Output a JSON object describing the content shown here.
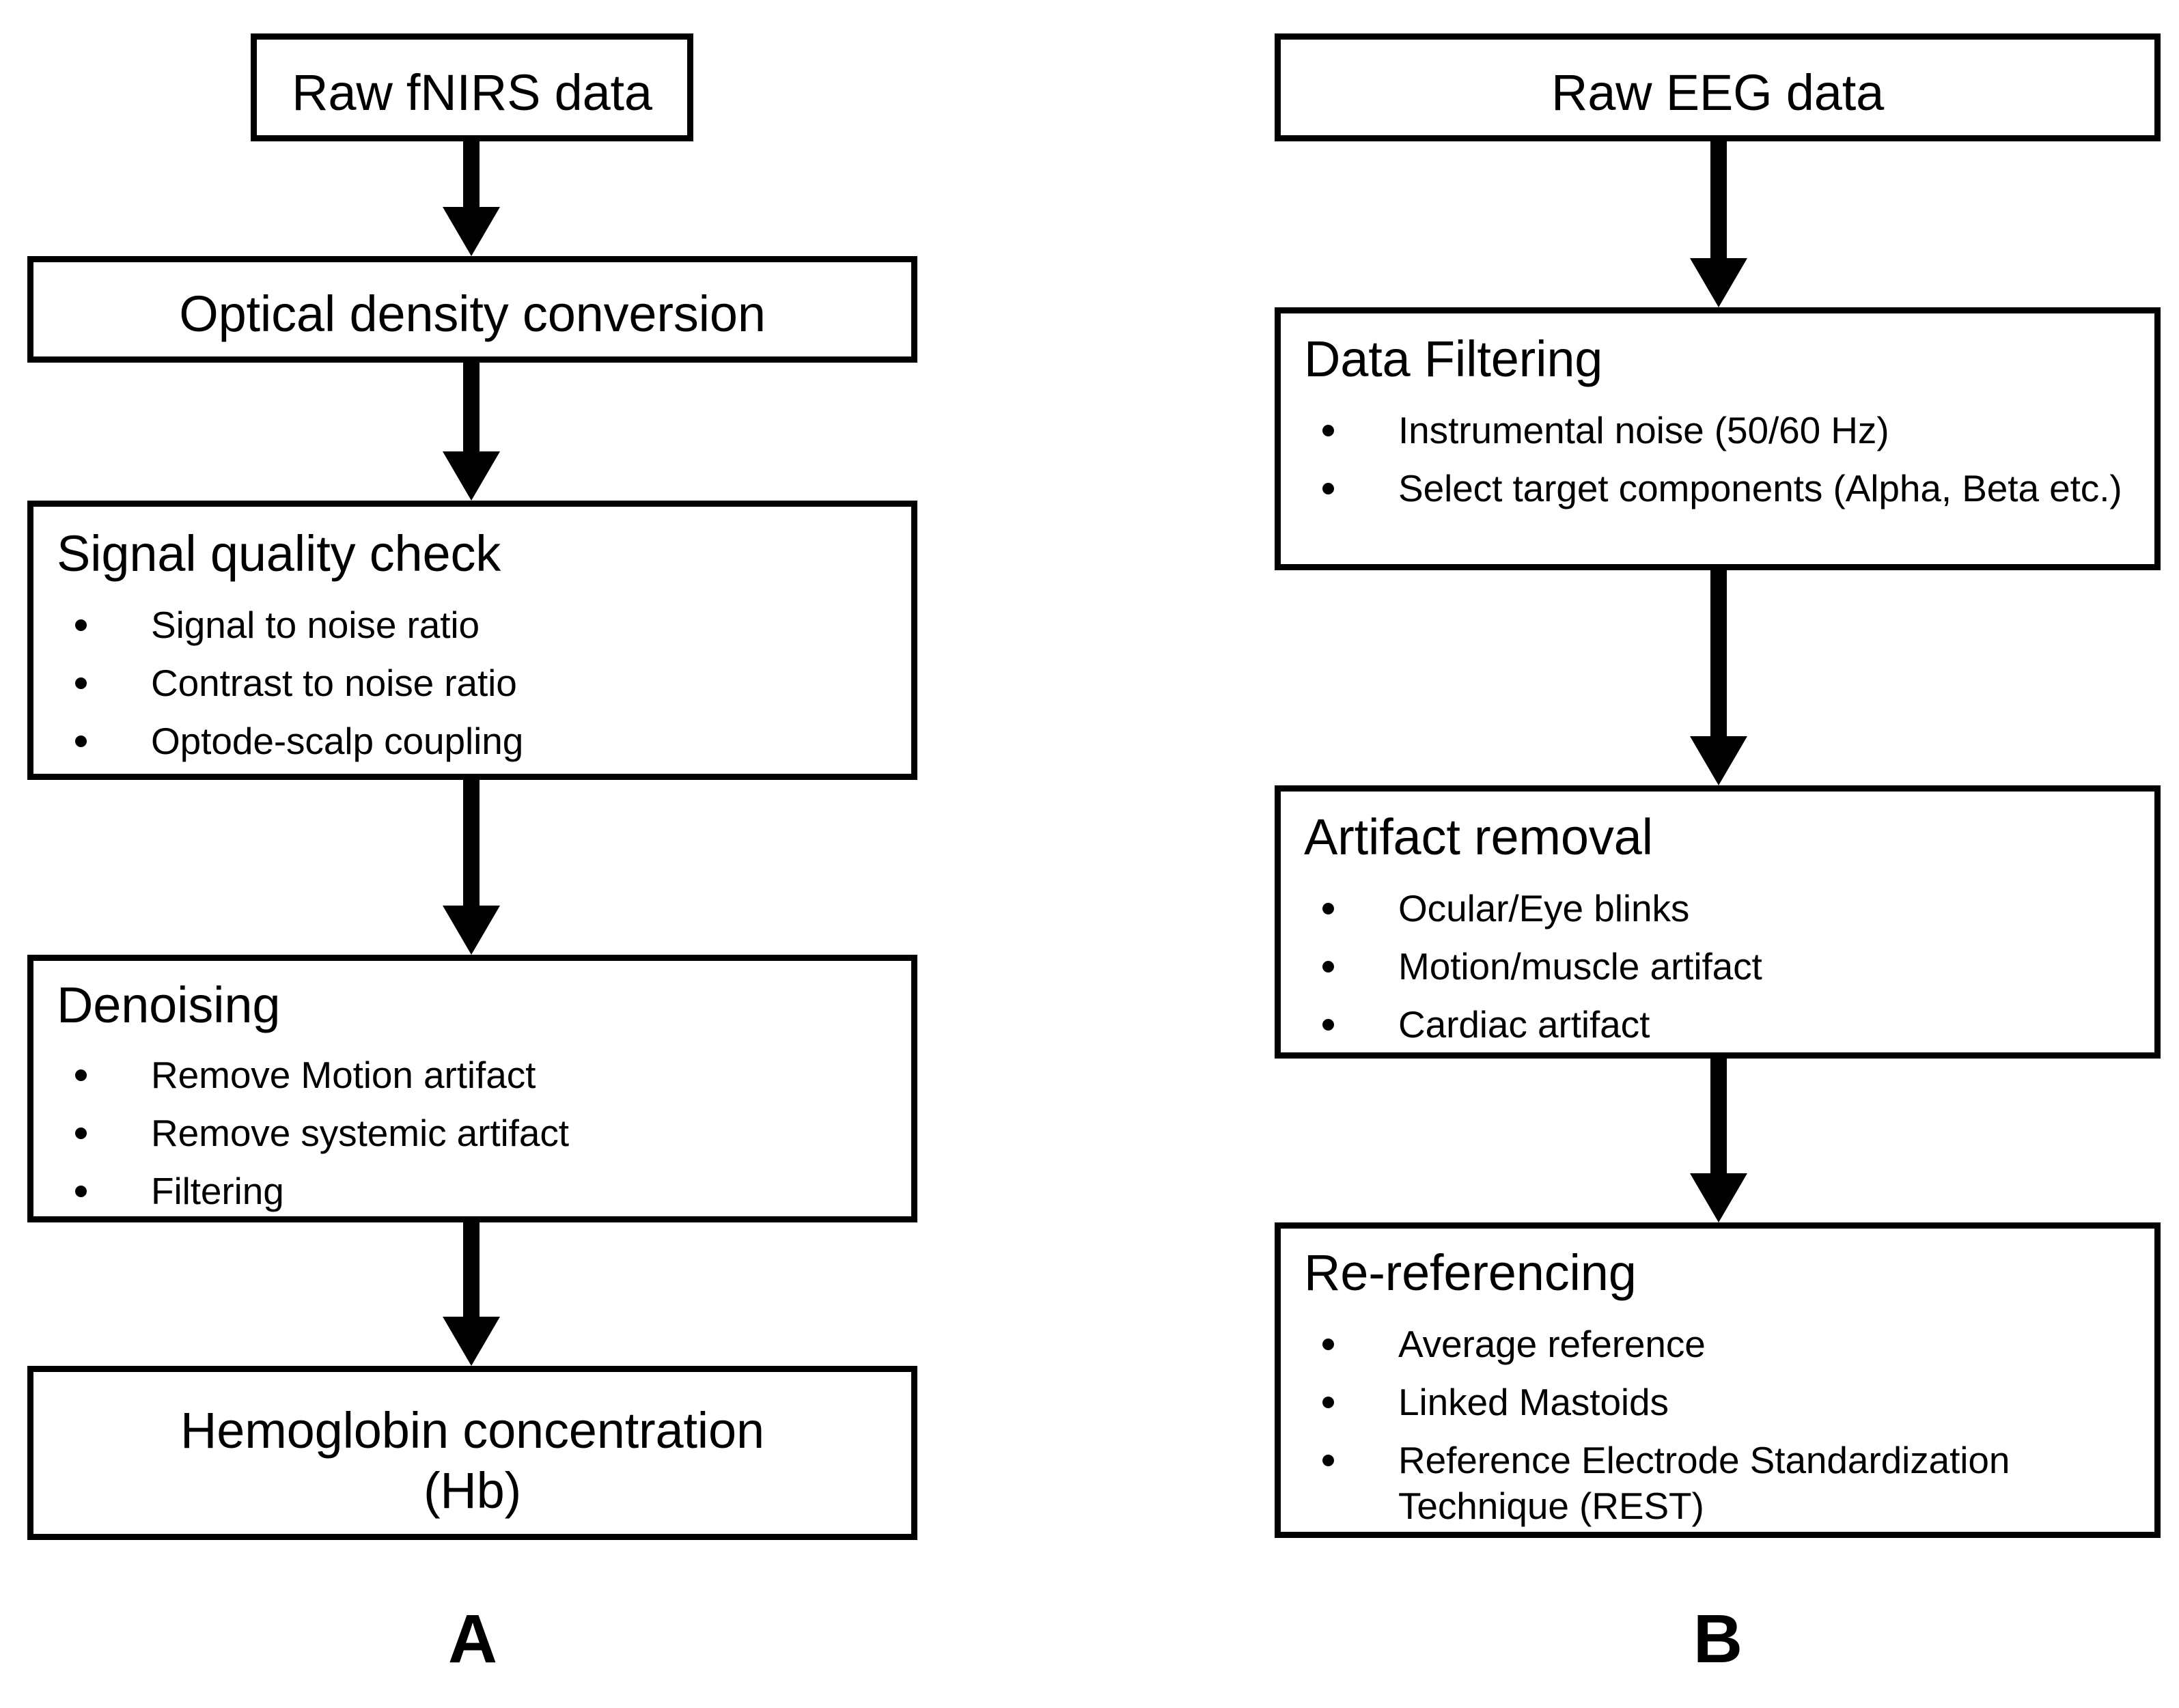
{
  "figure": {
    "panels": [
      {
        "id": "A",
        "letter": "A",
        "modality": "fNIRS preprocessing pipeline",
        "nodes": [
          {
            "id": "raw-fnirs-data",
            "title": "Raw fNIRS data",
            "title_align": "center",
            "bullets": []
          },
          {
            "id": "optical-density-conversion",
            "title": "Optical density conversion",
            "title_align": "center",
            "bullets": []
          },
          {
            "id": "signal-quality-check",
            "title": "Signal quality check",
            "title_align": "left",
            "bullets": [
              "Signal to noise ratio",
              "Contrast to noise ratio",
              "Optode-scalp coupling"
            ]
          },
          {
            "id": "denoising",
            "title": "Denoising",
            "title_align": "left",
            "bullets": [
              "Remove Motion artifact",
              "Remove systemic artifact",
              "Filtering"
            ]
          },
          {
            "id": "hemoglobin-concentration",
            "title": "Hemoglobin concentration",
            "title_line2": "(Hb)",
            "title_align": "center",
            "bullets": []
          }
        ]
      },
      {
        "id": "B",
        "letter": "B",
        "modality": "EEG preprocessing pipeline",
        "nodes": [
          {
            "id": "raw-eeg-data",
            "title": "Raw EEG data",
            "title_align": "center",
            "bullets": []
          },
          {
            "id": "data-filtering",
            "title": "Data Filtering",
            "title_align": "left",
            "bullets": [
              "Instrumental noise (50/60 Hz)",
              "Select target components (Alpha, Beta etc.)"
            ]
          },
          {
            "id": "artifact-removal",
            "title": "Artifact removal",
            "title_align": "left",
            "bullets": [
              "Ocular/Eye blinks",
              "Motion/muscle artifact",
              "Cardiac artifact"
            ]
          },
          {
            "id": "re-referencing",
            "title": "Re-referencing",
            "title_align": "left",
            "bullets": [
              "Average reference",
              "Linked Mastoids",
              "Reference Electrode Standardization Technique (REST)"
            ]
          }
        ]
      }
    ],
    "colors": {
      "stroke": "#000000",
      "fill": "#ffffff",
      "text": "#000000"
    }
  }
}
